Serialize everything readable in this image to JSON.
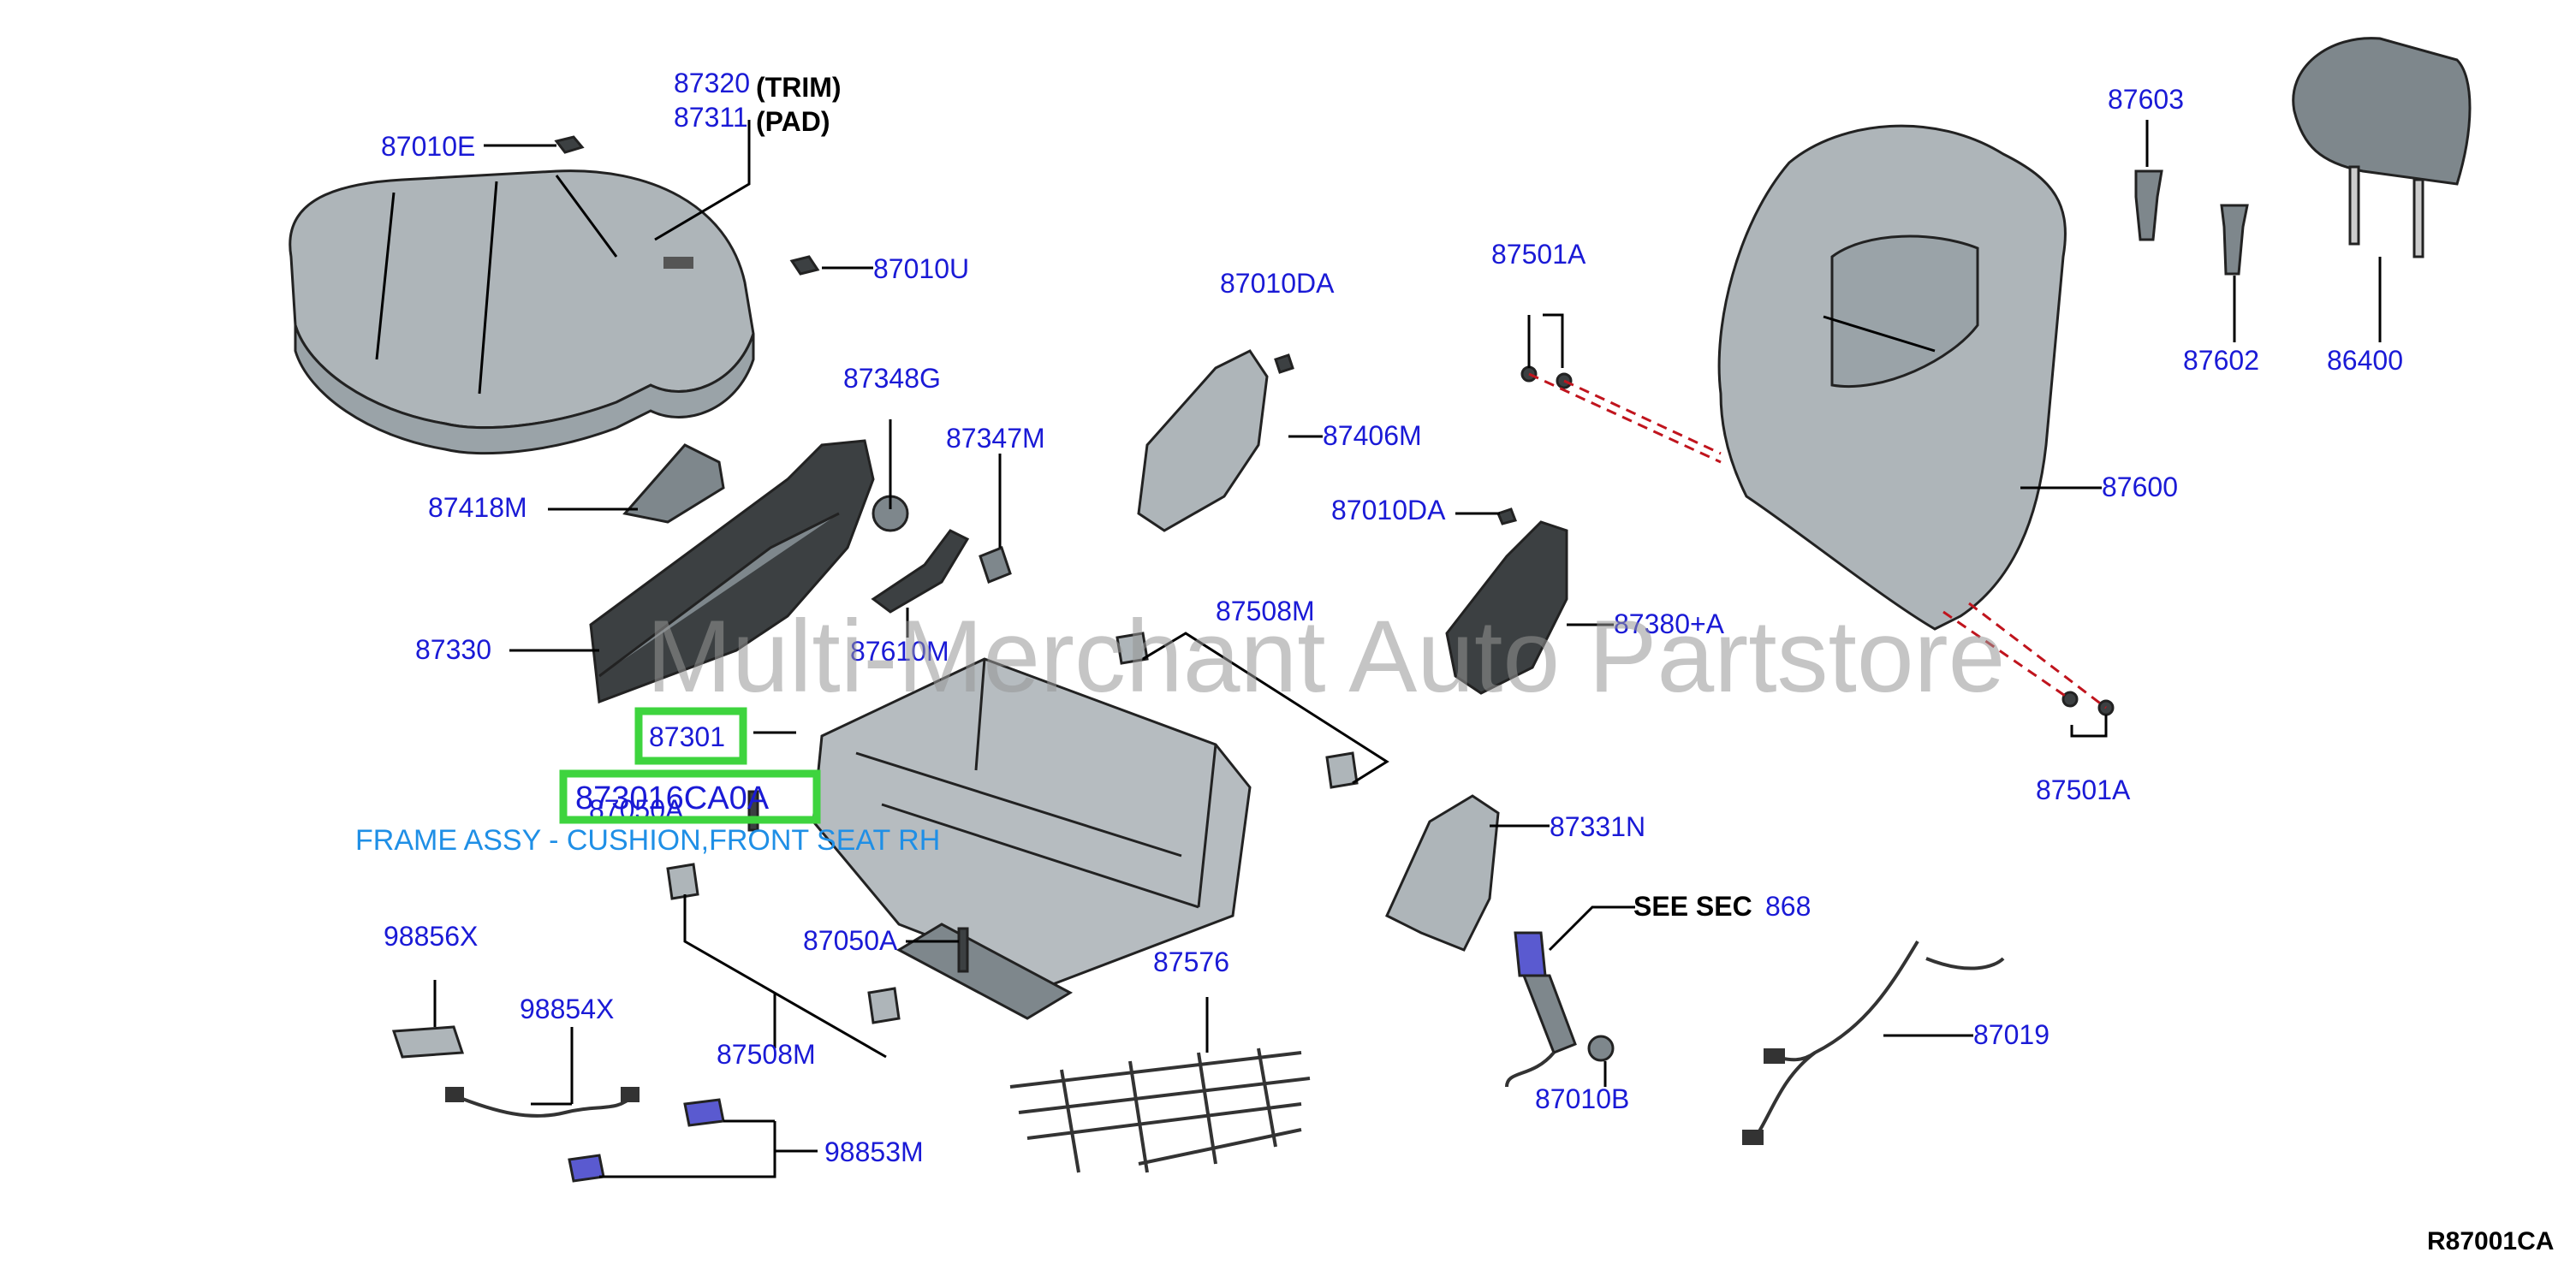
{
  "diagram": {
    "labels": {
      "l87320": "87320",
      "trim": "(TRIM)",
      "l87311": "87311",
      "pad": "(PAD)",
      "l87010E": "87010E",
      "l87010U": "87010U",
      "l87010DA_top": "87010DA",
      "l87406M": "87406M",
      "l87348G": "87348G",
      "l87347M": "87347M",
      "l87418M": "87418M",
      "l87330": "87330",
      "l87610M": "87610M",
      "l87508M_top": "87508M",
      "l87010DA_mid": "87010DA",
      "l87380A": "87380+A",
      "l87501A_top": "87501A",
      "l87501A_bottom": "87501A",
      "l87600": "87600",
      "l87603": "87603",
      "l87602": "87602",
      "l86400": "86400",
      "l87331N": "87331N",
      "see_sec_prefix": "SEE SEC",
      "see_sec_number": "868",
      "l87010B": "87010B",
      "l87019": "87019",
      "l87576": "87576",
      "l87050A_top": "87050A",
      "l87050A_bottom": "87050A",
      "l98856X": "98856X",
      "l98854X": "98854X",
      "l98853M": "98853M",
      "l87508M_bottom": "87508M"
    },
    "highlight": {
      "ref": "87301",
      "part_number": "873016CA0A",
      "description": "FRAME ASSY - CUSHION,FRONT SEAT RH"
    },
    "watermark": "Multi-Merchant Auto Partstore",
    "diagram_code": "R87001CA",
    "colors": {
      "label": "#1a1ad6",
      "highlight_border": "#3ed43e",
      "description": "#1f8fe6",
      "dashed_line": "#c0141d"
    }
  }
}
